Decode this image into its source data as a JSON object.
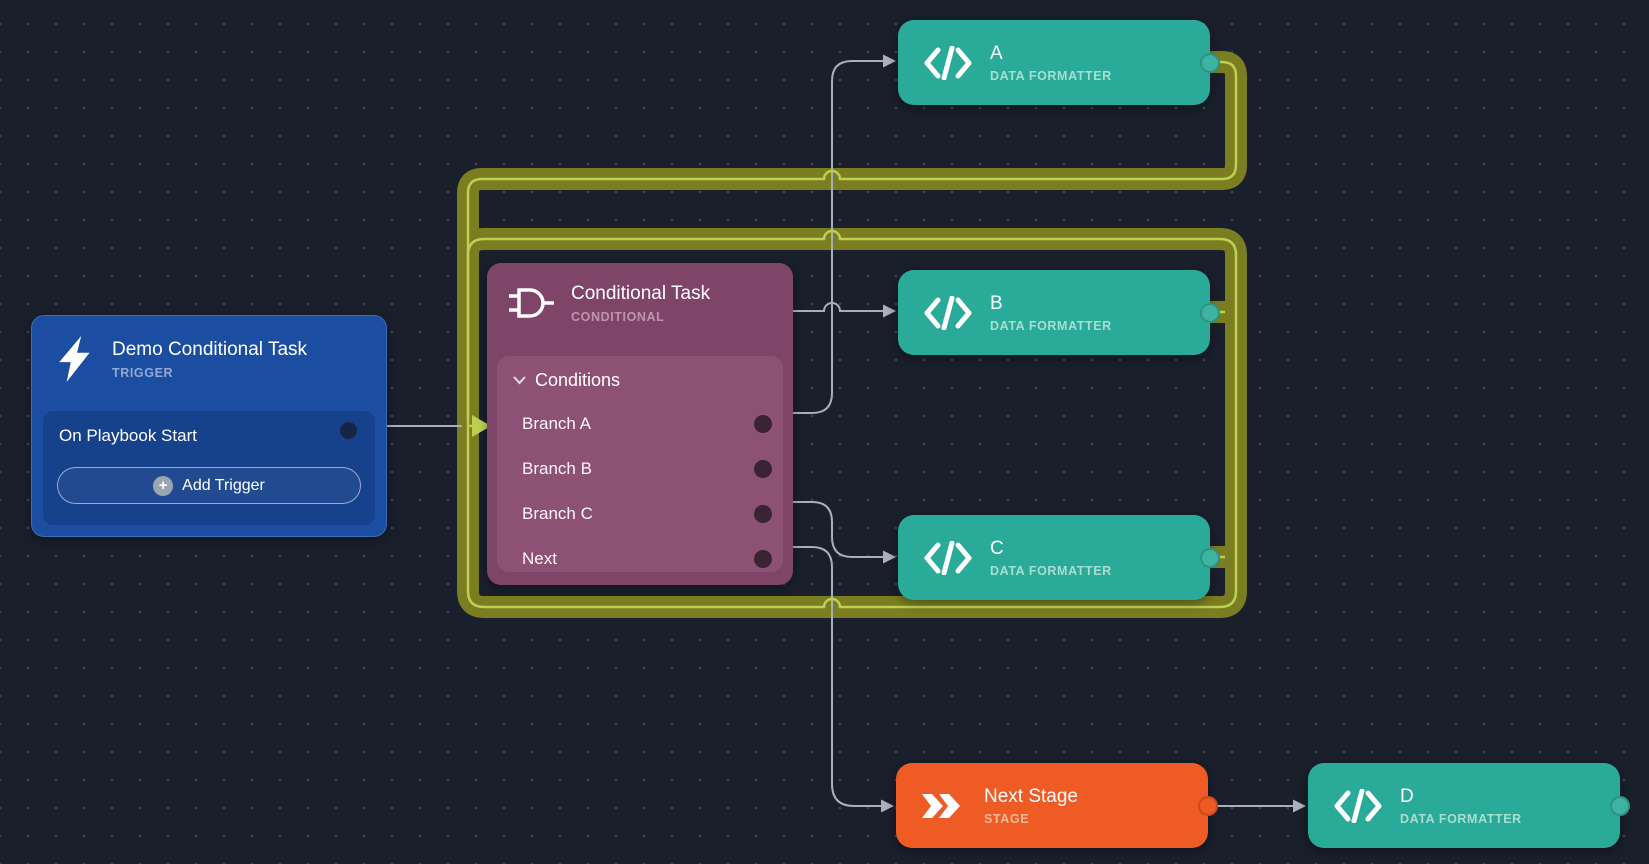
{
  "canvas": {
    "background": "#191f2b",
    "grid_dot_color": "#3a4150"
  },
  "colors": {
    "edge_gray": "#a9b0bb",
    "highlight_band_olive": "#7a7d20",
    "highlight_line_yellow_green": "#bdd053",
    "trigger_blue": "#1b4da0",
    "trigger_inner_blue": "#16418b",
    "conditional_purple": "#7f4568",
    "conditional_panel_purple": "#8d5174",
    "formatter_teal": "#2aab99",
    "stage_orange": "#ef5b24"
  },
  "nodes": {
    "trigger": {
      "title": "Demo Conditional Task",
      "type_label": "TRIGGER",
      "row_label": "On Playbook Start",
      "add_button_label": "Add Trigger"
    },
    "conditional": {
      "title": "Conditional Task",
      "type_label": "CONDITIONAL",
      "section_label": "Conditions",
      "branches": [
        "Branch A",
        "Branch B",
        "Branch C",
        "Next"
      ]
    },
    "formatter_a": {
      "title": "A",
      "type_label": "DATA FORMATTER"
    },
    "formatter_b": {
      "title": "B",
      "type_label": "DATA FORMATTER"
    },
    "formatter_c": {
      "title": "C",
      "type_label": "DATA FORMATTER"
    },
    "formatter_d": {
      "title": "D",
      "type_label": "DATA FORMATTER"
    },
    "stage": {
      "title": "Next Stage",
      "type_label": "STAGE"
    }
  }
}
